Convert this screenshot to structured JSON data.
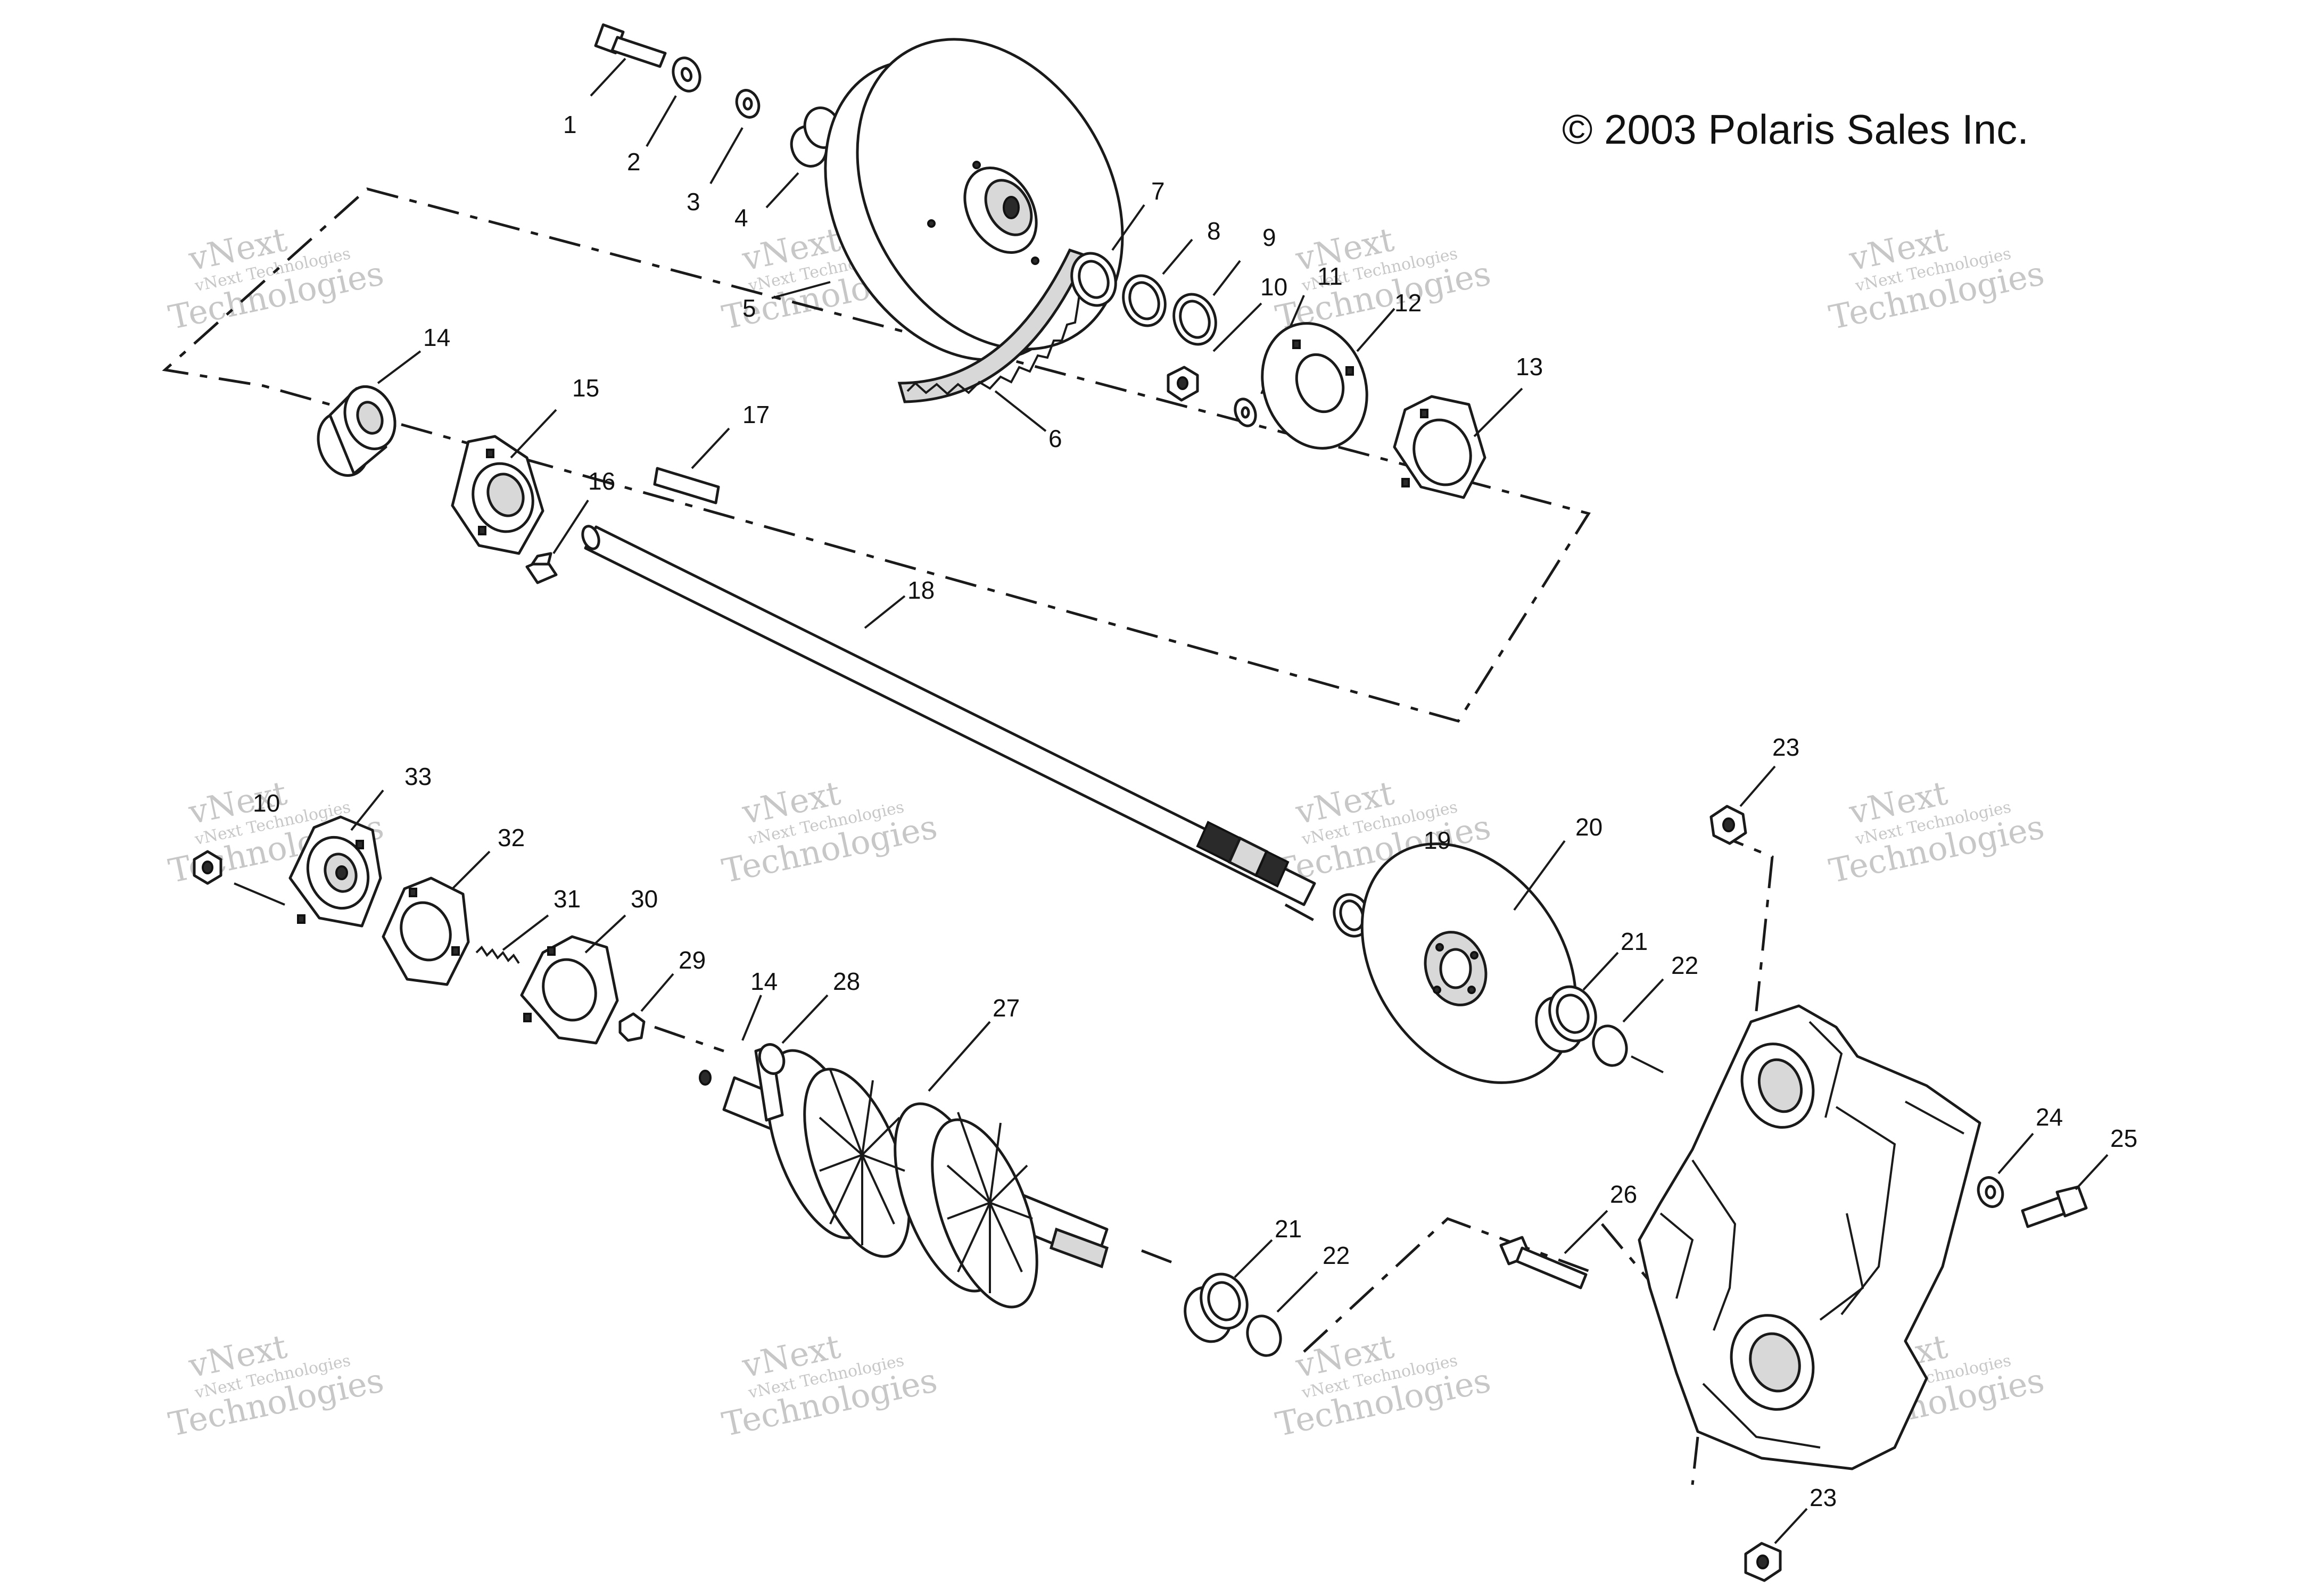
{
  "copyright": "© 2003 Polaris Sales Inc.",
  "watermark": {
    "line1": "vNext Technologies",
    "line2": "Technologies",
    "line3": "vNext"
  },
  "callouts": [
    "1",
    "2",
    "3",
    "4",
    "5",
    "6",
    "7",
    "8",
    "9",
    "10",
    "11",
    "12",
    "13",
    "14",
    "15",
    "16",
    "17",
    "18",
    "19",
    "20",
    "21",
    "22",
    "23",
    "24",
    "25",
    "26",
    "27",
    "28",
    "29",
    "30",
    "31",
    "32",
    "33"
  ],
  "colors": {
    "line": "#1a1a1a",
    "watermark": "#9a9a9a",
    "background": "#ffffff"
  }
}
